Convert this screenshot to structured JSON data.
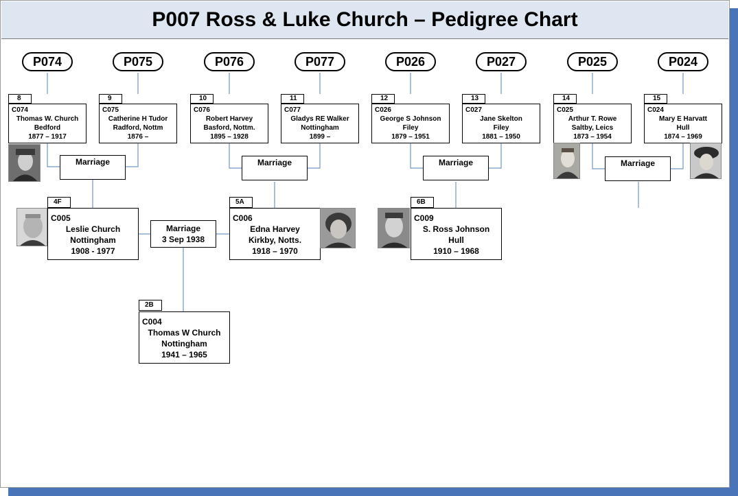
{
  "title": "P007 Ross & Luke Church – Pedigree Chart",
  "top_ids": [
    "P074",
    "P075",
    "P076",
    "P077",
    "P026",
    "P027",
    "P025",
    "P024"
  ],
  "ancestors": [
    {
      "num": "8",
      "id": "C074",
      "name": "Thomas W. Church",
      "place": "Bedford",
      "dates": "1877 – 1917"
    },
    {
      "num": "9",
      "id": "C075",
      "name": "Catherine H Tudor",
      "place": "Radford, Nottm",
      "dates": "1876 –"
    },
    {
      "num": "10",
      "id": "C076",
      "name": "Robert Harvey",
      "place": "Basford, Nottm.",
      "dates": "1895 – 1928"
    },
    {
      "num": "11",
      "id": "C077",
      "name": "Gladys RE Walker",
      "place": "Nottingham",
      "dates": "1899 –"
    },
    {
      "num": "12",
      "id": "C026",
      "name": "George S Johnson",
      "place": "Filey",
      "dates": "1879 – 1951"
    },
    {
      "num": "13",
      "id": "C027",
      "name": "Jane Skelton",
      "place": "Filey",
      "dates": "1881 – 1950"
    },
    {
      "num": "14",
      "id": "C025",
      "name": "Arthur T. Rowe",
      "place": "Saltby, Leics",
      "dates": "1873 – 1954"
    },
    {
      "num": "15",
      "id": "C024",
      "name": "Mary E Harvatt",
      "place": "Hull",
      "dates": "1874 – 1969"
    }
  ],
  "marriage_label": "Marriage",
  "parents": [
    {
      "num": "4F",
      "id": "C005",
      "name": "Leslie Church",
      "place": "Nottingham",
      "dates": "1908 - 1977"
    },
    {
      "num": "5A",
      "id": "C006",
      "name": "Edna Harvey",
      "place": "Kirkby, Notts.",
      "dates": "1918 – 1970"
    },
    {
      "num": "6B",
      "id": "C009",
      "name": "S. Ross Johnson",
      "place": "Hull",
      "dates": "1910 – 1968"
    }
  ],
  "parents_marriage": {
    "label": "Marriage",
    "date": "3 Sep 1938"
  },
  "child": {
    "num": "2B",
    "id": "C004",
    "name": "Thomas W Church",
    "place": "Nottingham",
    "dates": "1941 – 1965"
  }
}
